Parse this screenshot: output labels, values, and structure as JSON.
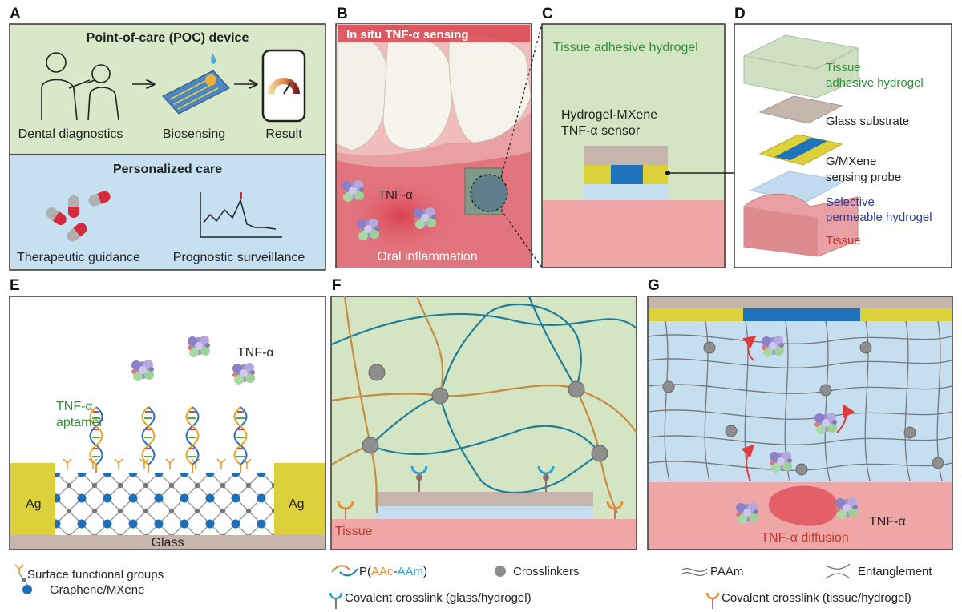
{
  "panels": {
    "A": {
      "label": "A",
      "title": "Point-of-care (POC) device",
      "steps": [
        "Dental diagnostics",
        "Biosensing",
        "Result"
      ],
      "section2_title": "Personalized care",
      "bottom_labels": [
        "Therapeutic guidance",
        "Prognostic surveillance"
      ]
    },
    "B": {
      "label": "B",
      "title": "In situ TNF-α sensing",
      "tnf_label": "TNF-α",
      "bottom_label": "Oral inflammation"
    },
    "C": {
      "label": "C",
      "hydrogel_label": "Tissue adhesive hydrogel",
      "sensor_label_1": "Hydrogel-MXene",
      "sensor_label_2": "TNF-α sensor"
    },
    "D": {
      "label": "D",
      "layers": {
        "hydrogel_1": "Tissue",
        "hydrogel_2": "adhesive hydrogel",
        "glass": "Glass substrate",
        "probe_1": "G/MXene",
        "probe_2": "sensing probe",
        "perm_1": "Selective",
        "perm_2": "permeable hydrogel",
        "tissue": "Tissue"
      }
    },
    "E": {
      "label": "E",
      "tnf_label": "TNF-α",
      "aptamer_1": "TNF-α",
      "aptamer_2": "aptamer",
      "electrode_left": "Ag",
      "electrode_right": "Ag",
      "substrate": "Glass"
    },
    "F": {
      "label": "F",
      "tissue_label": "Tissue"
    },
    "G": {
      "label": "G",
      "tnf_label": "TNF-α",
      "diffusion_label": "TNF-α diffusion"
    }
  },
  "legend": {
    "E": {
      "surface_groups": "Surface functional groups",
      "graphene": "Graphene/MXene"
    },
    "F": {
      "polymer_prefix": "P(",
      "polymer_aac": "AAc",
      "polymer_sep": "-",
      "polymer_aam": "AAm",
      "polymer_suffix": ")",
      "crosslinkers": "Crosslinkers",
      "covalent_glass": "Covalent crosslink (glass/hydrogel)"
    },
    "G": {
      "paam": "PAAm",
      "entanglement": "Entanglement",
      "covalent_tissue": "Covalent crosslink (tissue/hydrogel)"
    }
  },
  "colors": {
    "mint": "#d4e5c4",
    "lightblue": "#c5dff1",
    "tissue": "#eea6a6",
    "inflamed": "#e0535d",
    "glass": "#c5b5ad",
    "yellow": "#dcd13a",
    "blue": "#1f73ba",
    "green_text": "#2f8f3a",
    "navy_text": "#2a3b9c",
    "red_text": "#c0392b",
    "orange": "#e8902e",
    "teal": "#1f7f9a",
    "node": "#8e8e8e"
  }
}
